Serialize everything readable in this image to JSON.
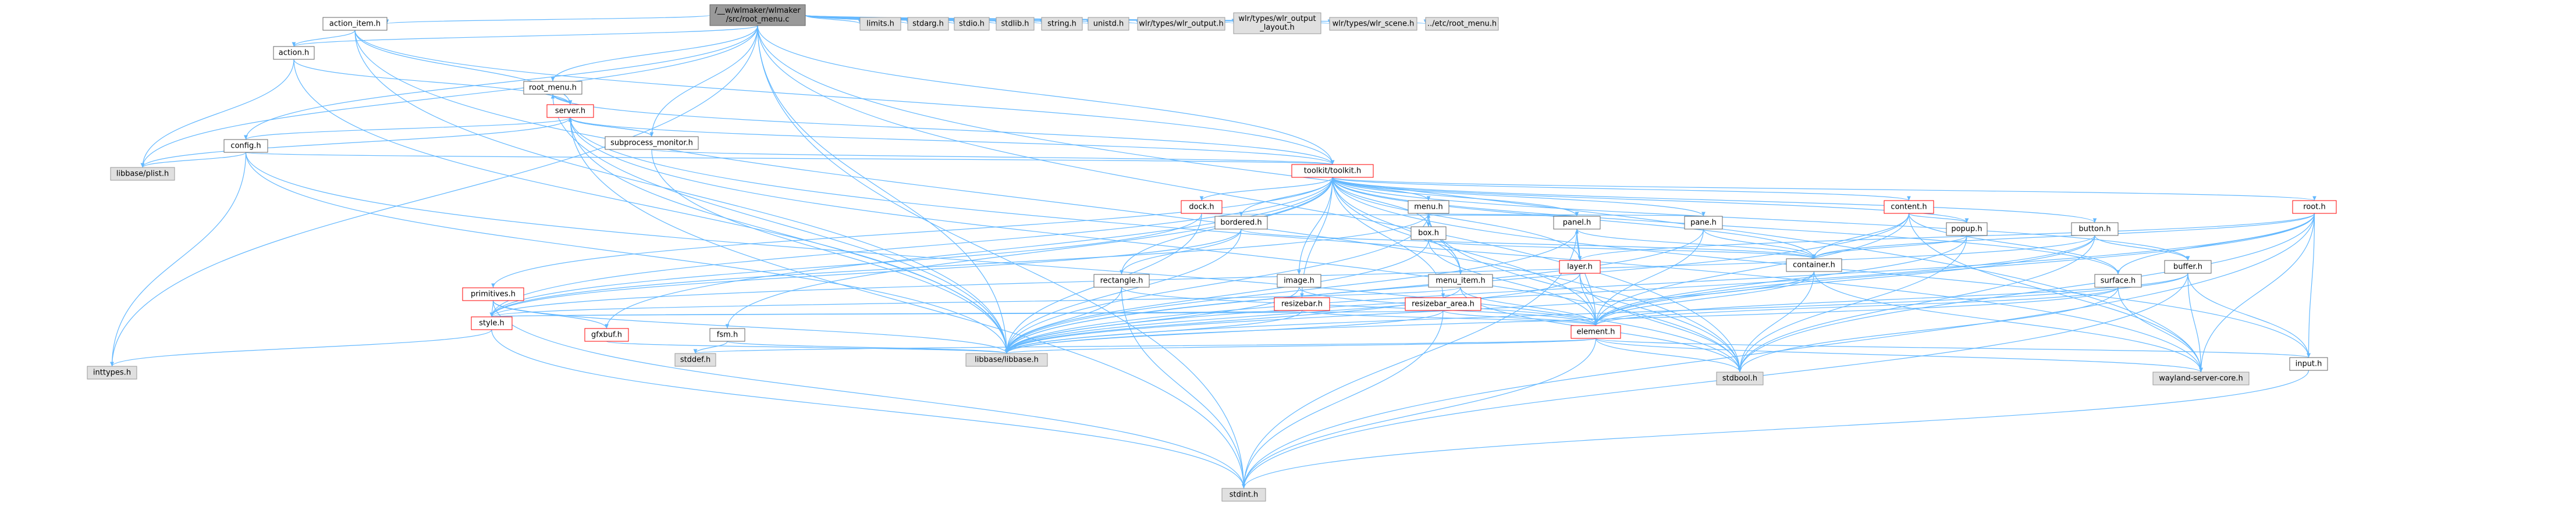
{
  "diagram": {
    "type": "include-dependency-graph",
    "colors": {
      "root_fill": "#999999",
      "root_stroke": "#666666",
      "node_fill": "#ffffff",
      "node_stroke": "#666666",
      "highlight_stroke": "#ff0000",
      "system_fill": "#e0e0e0",
      "system_stroke": "#999999",
      "edge_stroke": "#63b8ff",
      "edge_arrow": "#63b8ff"
    },
    "nodes": [
      {
        "id": "root",
        "lines": [
          "/__w/wlmaker/wlmaker",
          "/src/root_menu.c"
        ],
        "kind": "root"
      },
      {
        "id": "action_item_h",
        "lines": [
          "action_item.h"
        ],
        "kind": "normal"
      },
      {
        "id": "action_h",
        "lines": [
          "action.h"
        ],
        "kind": "normal"
      },
      {
        "id": "root_menu_h",
        "lines": [
          "root_menu.h"
        ],
        "kind": "normal"
      },
      {
        "id": "server_h",
        "lines": [
          "server.h"
        ],
        "kind": "highlight"
      },
      {
        "id": "subprocess_monitor_h",
        "lines": [
          "subprocess_monitor.h"
        ],
        "kind": "normal"
      },
      {
        "id": "config_h",
        "lines": [
          "config.h"
        ],
        "kind": "normal"
      },
      {
        "id": "libbase_plist_h",
        "lines": [
          "libbase/plist.h"
        ],
        "kind": "system"
      },
      {
        "id": "toolkit_h",
        "lines": [
          "toolkit/toolkit.h"
        ],
        "kind": "highlight"
      },
      {
        "id": "dock_h",
        "lines": [
          "dock.h"
        ],
        "kind": "highlight"
      },
      {
        "id": "bordered_h",
        "lines": [
          "bordered.h"
        ],
        "kind": "normal"
      },
      {
        "id": "menu_h",
        "lines": [
          "menu.h"
        ],
        "kind": "normal"
      },
      {
        "id": "box_h",
        "lines": [
          "box.h"
        ],
        "kind": "normal"
      },
      {
        "id": "panel_h",
        "lines": [
          "panel.h"
        ],
        "kind": "normal"
      },
      {
        "id": "pane_h",
        "lines": [
          "pane.h"
        ],
        "kind": "normal"
      },
      {
        "id": "content_h",
        "lines": [
          "content.h"
        ],
        "kind": "highlight"
      },
      {
        "id": "popup_h",
        "lines": [
          "popup.h"
        ],
        "kind": "normal"
      },
      {
        "id": "button_h",
        "lines": [
          "button.h"
        ],
        "kind": "normal"
      },
      {
        "id": "root_h",
        "lines": [
          "root.h"
        ],
        "kind": "highlight"
      },
      {
        "id": "primitives_h",
        "lines": [
          "primitives.h"
        ],
        "kind": "highlight"
      },
      {
        "id": "rectangle_h",
        "lines": [
          "rectangle.h"
        ],
        "kind": "normal"
      },
      {
        "id": "image_h",
        "lines": [
          "image.h"
        ],
        "kind": "normal"
      },
      {
        "id": "resizebar_h",
        "lines": [
          "resizebar.h"
        ],
        "kind": "highlight"
      },
      {
        "id": "resizebar_area_h",
        "lines": [
          "resizebar_area.h"
        ],
        "kind": "highlight"
      },
      {
        "id": "menu_item_h",
        "lines": [
          "menu_item.h"
        ],
        "kind": "normal"
      },
      {
        "id": "layer_h",
        "lines": [
          "layer.h"
        ],
        "kind": "highlight"
      },
      {
        "id": "container_h",
        "lines": [
          "container.h"
        ],
        "kind": "normal"
      },
      {
        "id": "surface_h",
        "lines": [
          "surface.h"
        ],
        "kind": "normal"
      },
      {
        "id": "buffer_h",
        "lines": [
          "buffer.h"
        ],
        "kind": "normal"
      },
      {
        "id": "style_h",
        "lines": [
          "style.h"
        ],
        "kind": "highlight"
      },
      {
        "id": "gfxbuf_h",
        "lines": [
          "gfxbuf.h"
        ],
        "kind": "highlight"
      },
      {
        "id": "fsm_h",
        "lines": [
          "fsm.h"
        ],
        "kind": "normal"
      },
      {
        "id": "element_h",
        "lines": [
          "element.h"
        ],
        "kind": "highlight"
      },
      {
        "id": "libbase_h",
        "lines": [
          "libbase/libbase.h"
        ],
        "kind": "system"
      },
      {
        "id": "stddef_h",
        "lines": [
          "stddef.h"
        ],
        "kind": "system"
      },
      {
        "id": "inttypes_h",
        "lines": [
          "inttypes.h"
        ],
        "kind": "system"
      },
      {
        "id": "stdbool_h",
        "lines": [
          "stdbool.h"
        ],
        "kind": "system"
      },
      {
        "id": "wayland_h",
        "lines": [
          "wayland-server-core.h"
        ],
        "kind": "system"
      },
      {
        "id": "input_h",
        "lines": [
          "input.h"
        ],
        "kind": "normal"
      },
      {
        "id": "stdint_h",
        "lines": [
          "stdint.h"
        ],
        "kind": "system"
      },
      {
        "id": "limits_h",
        "lines": [
          "limits.h"
        ],
        "kind": "system"
      },
      {
        "id": "stdarg_h",
        "lines": [
          "stdarg.h"
        ],
        "kind": "system"
      },
      {
        "id": "stdio_h",
        "lines": [
          "stdio.h"
        ],
        "kind": "system"
      },
      {
        "id": "stdlib_h",
        "lines": [
          "stdlib.h"
        ],
        "kind": "system"
      },
      {
        "id": "string_h",
        "lines": [
          "string.h"
        ],
        "kind": "system"
      },
      {
        "id": "unistd_h",
        "lines": [
          "unistd.h"
        ],
        "kind": "system"
      },
      {
        "id": "wlr_output_h",
        "lines": [
          "wlr/types/wlr_output.h"
        ],
        "kind": "system"
      },
      {
        "id": "wlr_output_layout_h",
        "lines": [
          "wlr/types/wlr_output",
          "_layout.h"
        ],
        "kind": "system"
      },
      {
        "id": "wlr_scene_h",
        "lines": [
          "wlr/types/wlr_scene.h"
        ],
        "kind": "system"
      },
      {
        "id": "etc_root_menu_h",
        "lines": [
          "../etc/root_menu.h"
        ],
        "kind": "system"
      }
    ],
    "edges": [
      [
        "root",
        "action_item_h"
      ],
      [
        "root",
        "action_h"
      ],
      [
        "root",
        "root_menu_h"
      ],
      [
        "root",
        "subprocess_monitor_h"
      ],
      [
        "root",
        "config_h"
      ],
      [
        "root",
        "libbase_plist_h"
      ],
      [
        "root",
        "toolkit_h"
      ],
      [
        "root",
        "libbase_h"
      ],
      [
        "root",
        "inttypes_h"
      ],
      [
        "root",
        "stdbool_h"
      ],
      [
        "root",
        "wayland_h"
      ],
      [
        "root",
        "stdint_h"
      ],
      [
        "root",
        "limits_h"
      ],
      [
        "root",
        "stdarg_h"
      ],
      [
        "root",
        "stdio_h"
      ],
      [
        "root",
        "stdlib_h"
      ],
      [
        "root",
        "string_h"
      ],
      [
        "root",
        "unistd_h"
      ],
      [
        "root",
        "wlr_output_h"
      ],
      [
        "root",
        "wlr_output_layout_h"
      ],
      [
        "root",
        "wlr_scene_h"
      ],
      [
        "root",
        "etc_root_menu_h"
      ],
      [
        "action_item_h",
        "action_h"
      ],
      [
        "action_item_h",
        "server_h"
      ],
      [
        "action_item_h",
        "toolkit_h"
      ],
      [
        "action_item_h",
        "libbase_h"
      ],
      [
        "action_item_h",
        "stdbool_h"
      ],
      [
        "action_h",
        "server_h"
      ],
      [
        "action_h",
        "libbase_plist_h"
      ],
      [
        "action_h",
        "libbase_h"
      ],
      [
        "root_menu_h",
        "server_h"
      ],
      [
        "root_menu_h",
        "toolkit_h"
      ],
      [
        "root_menu_h",
        "libbase_h"
      ],
      [
        "server_h",
        "root_menu_h"
      ],
      [
        "server_h",
        "subprocess_monitor_h"
      ],
      [
        "server_h",
        "config_h"
      ],
      [
        "server_h",
        "libbase_plist_h"
      ],
      [
        "server_h",
        "toolkit_h"
      ],
      [
        "server_h",
        "libbase_h"
      ],
      [
        "server_h",
        "stdbool_h"
      ],
      [
        "server_h",
        "wayland_h"
      ],
      [
        "server_h",
        "stdint_h"
      ],
      [
        "subprocess_monitor_h",
        "server_h"
      ],
      [
        "subprocess_monitor_h",
        "toolkit_h"
      ],
      [
        "subprocess_monitor_h",
        "libbase_h"
      ],
      [
        "config_h",
        "libbase_plist_h"
      ],
      [
        "config_h",
        "toolkit_h"
      ],
      [
        "config_h",
        "libbase_h"
      ],
      [
        "config_h",
        "inttypes_h"
      ],
      [
        "config_h",
        "stdbool_h"
      ],
      [
        "toolkit_h",
        "dock_h"
      ],
      [
        "toolkit_h",
        "bordered_h"
      ],
      [
        "toolkit_h",
        "menu_h"
      ],
      [
        "toolkit_h",
        "box_h"
      ],
      [
        "toolkit_h",
        "panel_h"
      ],
      [
        "toolkit_h",
        "pane_h"
      ],
      [
        "toolkit_h",
        "content_h"
      ],
      [
        "toolkit_h",
        "popup_h"
      ],
      [
        "toolkit_h",
        "button_h"
      ],
      [
        "toolkit_h",
        "root_h"
      ],
      [
        "toolkit_h",
        "primitives_h"
      ],
      [
        "toolkit_h",
        "rectangle_h"
      ],
      [
        "toolkit_h",
        "image_h"
      ],
      [
        "toolkit_h",
        "resizebar_h"
      ],
      [
        "toolkit_h",
        "resizebar_area_h"
      ],
      [
        "toolkit_h",
        "menu_item_h"
      ],
      [
        "toolkit_h",
        "layer_h"
      ],
      [
        "toolkit_h",
        "container_h"
      ],
      [
        "toolkit_h",
        "surface_h"
      ],
      [
        "toolkit_h",
        "buffer_h"
      ],
      [
        "toolkit_h",
        "style_h"
      ],
      [
        "toolkit_h",
        "gfxbuf_h"
      ],
      [
        "toolkit_h",
        "fsm_h"
      ],
      [
        "toolkit_h",
        "element_h"
      ],
      [
        "toolkit_h",
        "input_h"
      ],
      [
        "dock_h",
        "panel_h"
      ],
      [
        "dock_h",
        "style_h"
      ],
      [
        "dock_h",
        "libbase_h"
      ],
      [
        "bordered_h",
        "container_h"
      ],
      [
        "bordered_h",
        "rectangle_h"
      ],
      [
        "bordered_h",
        "style_h"
      ],
      [
        "bordered_h",
        "libbase_h"
      ],
      [
        "menu_h",
        "box_h"
      ],
      [
        "menu_h",
        "menu_item_h"
      ],
      [
        "menu_h",
        "pane_h"
      ],
      [
        "menu_h",
        "style_h"
      ],
      [
        "menu_h",
        "libbase_h"
      ],
      [
        "menu_h",
        "stdbool_h"
      ],
      [
        "box_h",
        "container_h"
      ],
      [
        "box_h",
        "element_h"
      ],
      [
        "box_h",
        "libbase_h"
      ],
      [
        "panel_h",
        "container_h"
      ],
      [
        "panel_h",
        "element_h"
      ],
      [
        "panel_h",
        "layer_h"
      ],
      [
        "panel_h",
        "libbase_h"
      ],
      [
        "panel_h",
        "stdint_h"
      ],
      [
        "pane_h",
        "container_h"
      ],
      [
        "pane_h",
        "element_h"
      ],
      [
        "pane_h",
        "libbase_h"
      ],
      [
        "content_h",
        "container_h"
      ],
      [
        "content_h",
        "element_h"
      ],
      [
        "content_h",
        "popup_h"
      ],
      [
        "content_h",
        "surface_h"
      ],
      [
        "content_h",
        "libbase_h"
      ],
      [
        "content_h",
        "wayland_h"
      ],
      [
        "popup_h",
        "container_h"
      ],
      [
        "popup_h",
        "element_h"
      ],
      [
        "popup_h",
        "stdbool_h"
      ],
      [
        "button_h",
        "buffer_h"
      ],
      [
        "button_h",
        "element_h"
      ],
      [
        "button_h",
        "style_h"
      ],
      [
        "button_h",
        "libbase_h"
      ],
      [
        "button_h",
        "stdbool_h"
      ],
      [
        "root_h",
        "container_h"
      ],
      [
        "root_h",
        "element_h"
      ],
      [
        "root_h",
        "layer_h"
      ],
      [
        "root_h",
        "surface_h"
      ],
      [
        "root_h",
        "input_h"
      ],
      [
        "root_h",
        "libbase_h"
      ],
      [
        "root_h",
        "stdbool_h"
      ],
      [
        "root_h",
        "wayland_h"
      ],
      [
        "root_h",
        "stdint_h"
      ],
      [
        "primitives_h",
        "gfxbuf_h"
      ],
      [
        "primitives_h",
        "style_h"
      ],
      [
        "primitives_h",
        "libbase_h"
      ],
      [
        "primitives_h",
        "stdint_h"
      ],
      [
        "rectangle_h",
        "element_h"
      ],
      [
        "rectangle_h",
        "libbase_h"
      ],
      [
        "rectangle_h",
        "stdint_h"
      ],
      [
        "image_h",
        "element_h"
      ],
      [
        "image_h",
        "libbase_h"
      ],
      [
        "resizebar_h",
        "element_h"
      ],
      [
        "resizebar_h",
        "style_h"
      ],
      [
        "resizebar_h",
        "libbase_h"
      ],
      [
        "resizebar_area_h",
        "element_h"
      ],
      [
        "resizebar_area_h",
        "style_h"
      ],
      [
        "resizebar_area_h",
        "libbase_h"
      ],
      [
        "resizebar_area_h",
        "stdint_h"
      ],
      [
        "menu_item_h",
        "menu_h"
      ],
      [
        "menu_item_h",
        "element_h"
      ],
      [
        "menu_item_h",
        "style_h"
      ],
      [
        "menu_item_h",
        "libbase_h"
      ],
      [
        "menu_item_h",
        "stdbool_h"
      ],
      [
        "layer_h",
        "panel_h"
      ],
      [
        "layer_h",
        "element_h"
      ],
      [
        "layer_h",
        "libbase_h"
      ],
      [
        "layer_h",
        "stdbool_h"
      ],
      [
        "container_h",
        "element_h"
      ],
      [
        "container_h",
        "libbase_h"
      ],
      [
        "container_h",
        "stdbool_h"
      ],
      [
        "container_h",
        "wayland_h"
      ],
      [
        "surface_h",
        "element_h"
      ],
      [
        "surface_h",
        "libbase_h"
      ],
      [
        "surface_h",
        "wayland_h"
      ],
      [
        "surface_h",
        "stdbool_h"
      ],
      [
        "buffer_h",
        "element_h"
      ],
      [
        "buffer_h",
        "input_h"
      ],
      [
        "buffer_h",
        "libbase_h"
      ],
      [
        "buffer_h",
        "wayland_h"
      ],
      [
        "buffer_h",
        "stdint_h"
      ],
      [
        "style_h",
        "inttypes_h"
      ],
      [
        "style_h",
        "stdint_h"
      ],
      [
        "gfxbuf_h",
        "libbase_h"
      ],
      [
        "fsm_h",
        "libbase_h"
      ],
      [
        "fsm_h",
        "stddef_h"
      ],
      [
        "element_h",
        "input_h"
      ],
      [
        "element_h",
        "libbase_h"
      ],
      [
        "element_h",
        "stdbool_h"
      ],
      [
        "element_h",
        "wayland_h"
      ],
      [
        "element_h",
        "stdint_h"
      ],
      [
        "element_h",
        "stddef_h"
      ],
      [
        "input_h",
        "stdint_h"
      ]
    ]
  }
}
